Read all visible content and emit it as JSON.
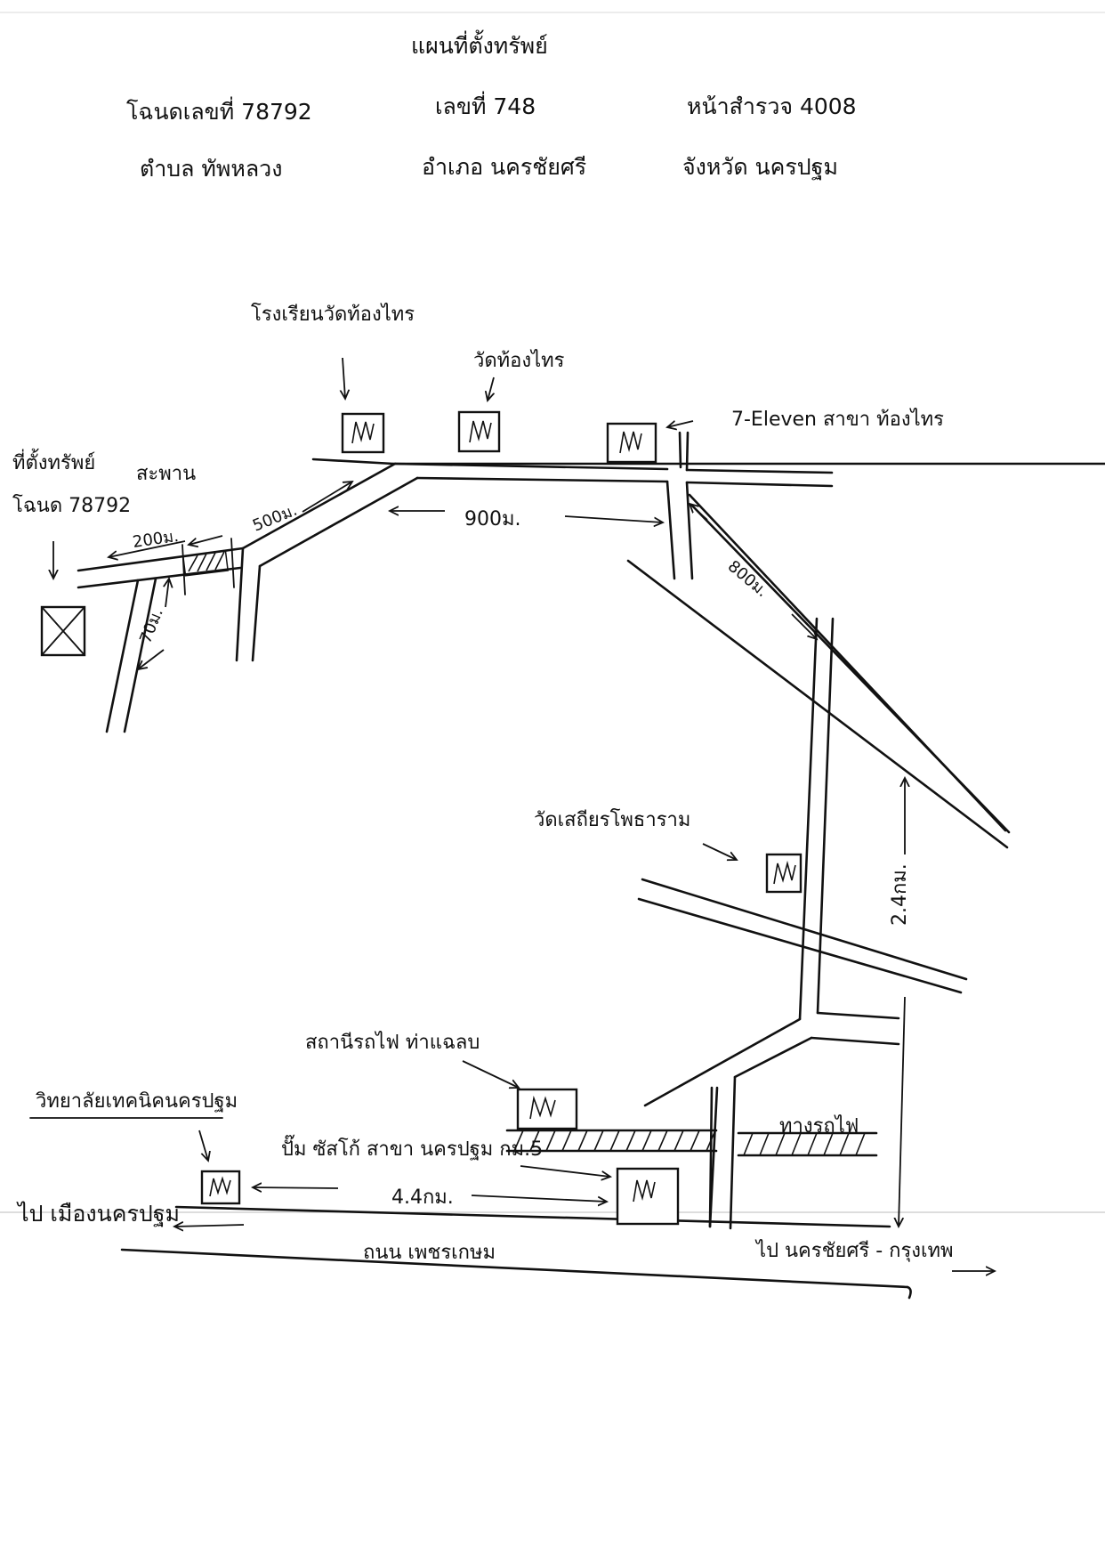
{
  "header": {
    "title": "แผนที่ตั้งทรัพย์",
    "deed": "โฉนดเลขที่ 78792",
    "number": "เลขที่ 748",
    "survey_page": "หน้าสำรวจ 4008",
    "subdistrict": "ตำบล ทัพหลวง",
    "district": "อำเภอ นครชัยศรี",
    "province": "จังหวัด นครปฐม"
  },
  "landmarks": {
    "property": "ที่ตั้งทรัพย์",
    "property_deed": "โฉนด 78792",
    "bridge": "สะพาน",
    "school": "โรงเรียนวัดท้องไทร",
    "temple": "วัดท้องไทร",
    "seven_eleven": "7-Eleven สาขา ท้องไทร",
    "temple2": "วัดเสถียรโพธาราม",
    "station": "สถานีรถไฟ ท่าแฉลบ",
    "railway": "ทางรถไฟ",
    "college": "วิทยาลัยเทคนิคนครปฐม",
    "gas_station": "ปั๊ม ซัสโก้ สาขา นครปฐม กม.5"
  },
  "roads": {
    "highway": "ถนน เพชรเกษม",
    "to_city": "ไป เมืองนครปฐม",
    "to_bkk": "ไป นครชัยศรี - กรุงเทพ"
  },
  "distances": {
    "d200": "200ม.",
    "d500": "500ม.",
    "d70": "70ม.",
    "d900": "900ม.",
    "d800": "800ม.",
    "d24": "2.4กม.",
    "d44": "4.4กม."
  },
  "icons": {
    "property_marker": "boxed-x-icon",
    "building_marker": "hatched-building-icon"
  }
}
